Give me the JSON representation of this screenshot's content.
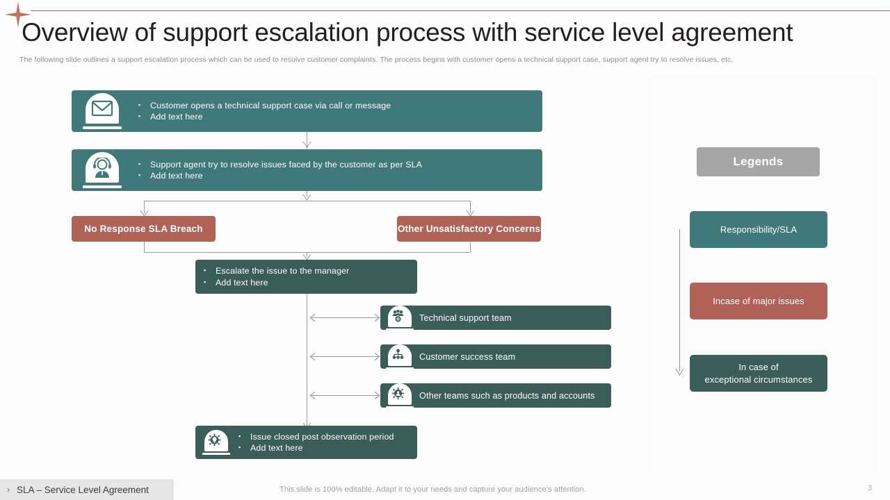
{
  "header": {
    "title": "Overview of support escalation process with service level agreement",
    "subtitle": "The following slide outlines a support escalation process which can be used to resolve customer complaints. The process begins with customer opens a technical support case, support agent try to resolve issues, etc."
  },
  "colors": {
    "teal": "#40797a",
    "dark_teal": "#3a5d58",
    "red": "#b06257",
    "gray": "#a6a6a6",
    "connector": "#9a9a9a",
    "title_text": "#231f20"
  },
  "flow": {
    "step1": {
      "icon": "envelope-icon",
      "bullets": [
        "Customer opens a technical support case via call or message",
        "Add text here"
      ]
    },
    "step2": {
      "icon": "support-agent-icon",
      "bullets": [
        "Support agent try to resolve issues faced by the customer as per SLA",
        "Add text here"
      ]
    },
    "branch_left": {
      "label": "No Response  SLA Breach"
    },
    "branch_right": {
      "label": "Other Unsatisfactory  Concerns"
    },
    "step3": {
      "bullets": [
        "Escalate the issue to the manager",
        "Add text here"
      ]
    },
    "teams": [
      {
        "icon": "team-gear-icon",
        "label": "Technical support team"
      },
      {
        "icon": "org-chart-icon",
        "label": "Customer success team"
      },
      {
        "icon": "gear-person-icon",
        "label": "Other teams such as products and accounts"
      }
    ],
    "step4": {
      "icon": "gear-bulb-icon",
      "bullets": [
        "Issue closed post observation period",
        "Add text here"
      ]
    }
  },
  "legend": {
    "title": "Legends",
    "items": [
      {
        "label": "Responsibility/SLA",
        "color": "#40797a"
      },
      {
        "label": "Incase of major issues",
        "color": "#b06257"
      },
      {
        "label": "In case of\nexceptional circumstances",
        "line1": "In case of",
        "line2": "exceptional circumstances",
        "color": "#3a5d58"
      }
    ]
  },
  "footer": {
    "tag_chevron": "›",
    "tag_label": "SLA – Service Level Agreement",
    "note": "This slide is 100% editable. Adapt it to your needs and capture your audience's attention.",
    "page_number": "3"
  }
}
